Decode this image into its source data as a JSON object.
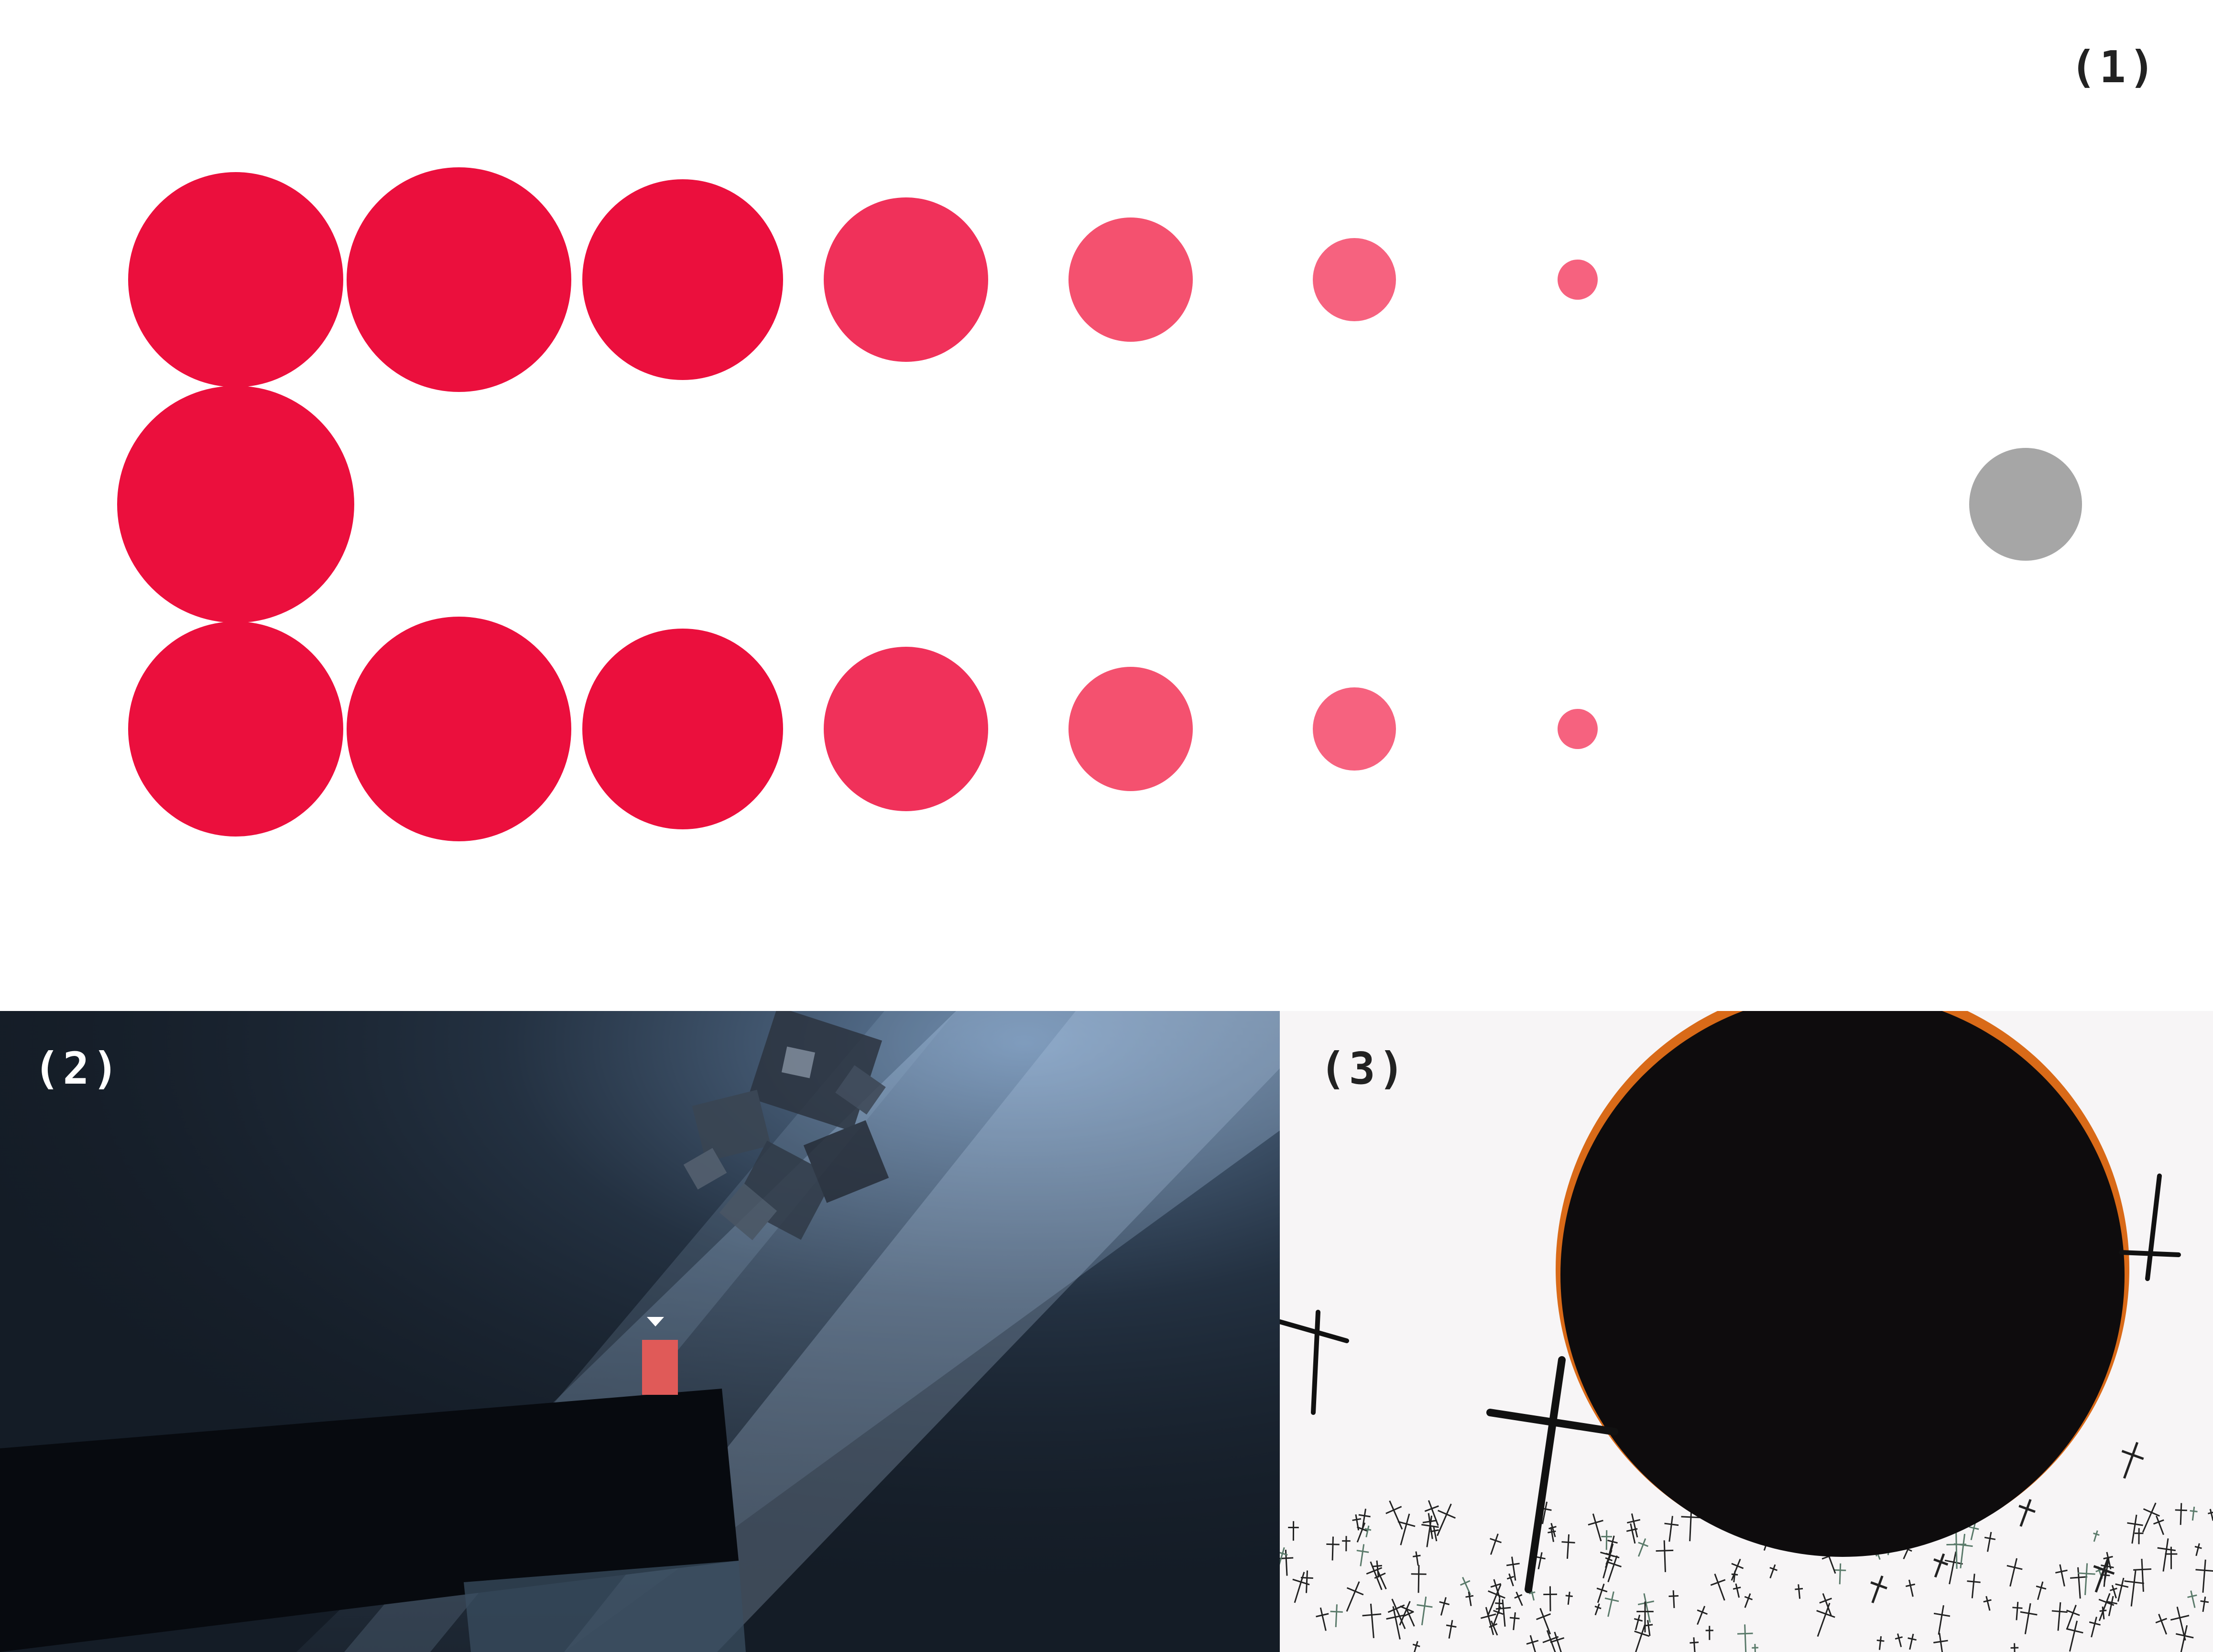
{
  "panels": [
    {
      "label": "(1)"
    },
    {
      "label": "(2)"
    },
    {
      "label": "(3)"
    }
  ],
  "colors": {
    "dot_strong": "#eb0f3d",
    "dot_mid": "#f0315a",
    "dot_light": "#f4516f",
    "dot_pale": "#f6627f",
    "gray_ball": "#a6a6a6",
    "dark_bg": "#141c26",
    "light_beam": "#8fb0d4",
    "red_block": "#e05a58",
    "sun_black": "#0e0c0d",
    "sun_rim": "#d96a18",
    "pale_bg": "#f7f5f6"
  }
}
